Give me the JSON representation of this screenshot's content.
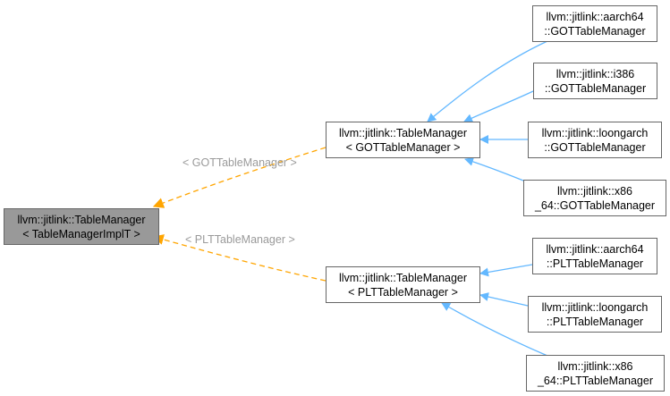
{
  "colors": {
    "root_fill": "#999999",
    "node_fill": "#ffffff",
    "node_border": "#666666",
    "inherit_edge": "#63b8ff",
    "template_edge": "#ffa500",
    "edge_label": "#9a9a9a"
  },
  "nodes": {
    "root": {
      "line1": "llvm::jitlink::TableManager",
      "line2": "< TableManagerImplT >"
    },
    "got_manager": {
      "line1": "llvm::jitlink::TableManager",
      "line2": "< GOTTableManager >"
    },
    "plt_manager": {
      "line1": "llvm::jitlink::TableManager",
      "line2": "< PLTTableManager >"
    },
    "got_aarch64": {
      "line1": "llvm::jitlink::aarch64",
      "line2": "::GOTTableManager"
    },
    "got_i386": {
      "line1": "llvm::jitlink::i386",
      "line2": "::GOTTableManager"
    },
    "got_loongarch": {
      "line1": "llvm::jitlink::loongarch",
      "line2": "::GOTTableManager"
    },
    "got_x86_64": {
      "line1": "llvm::jitlink::x86",
      "line2": "_64::GOTTableManager"
    },
    "plt_aarch64": {
      "line1": "llvm::jitlink::aarch64",
      "line2": "::PLTTableManager"
    },
    "plt_loongarch": {
      "line1": "llvm::jitlink::loongarch",
      "line2": "::PLTTableManager"
    },
    "plt_x86_64": {
      "line1": "llvm::jitlink::x86",
      "line2": "_64::PLTTableManager"
    }
  },
  "edge_labels": {
    "got": "< GOTTableManager >",
    "plt": "< PLTTableManager >"
  }
}
